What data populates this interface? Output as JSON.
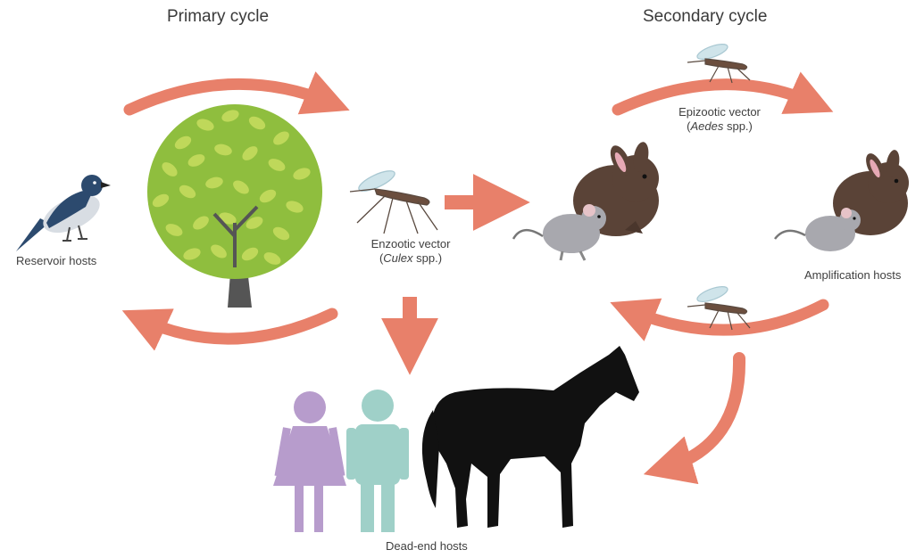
{
  "titles": {
    "primary": "Primary cycle",
    "secondary": "Secondary cycle"
  },
  "labels": {
    "reservoir_hosts": "Reservoir hosts",
    "enzootic_vector": "Enzootic vector",
    "enzootic_genus": "Culex",
    "enzootic_suffix": " spp.)",
    "epizootic_vector": "Epizootic vector",
    "epizootic_genus": "Aedes",
    "epizootic_suffix": " spp.)",
    "amplification_hosts": "Amplification hosts",
    "dead_end_hosts": "Dead-end hosts"
  },
  "colors": {
    "arrow": "#e8806a",
    "leaf_light": "#bfd85a",
    "leaf_dark": "#8fbe3e",
    "trunk": "#555555",
    "rabbit": "#5a4337",
    "mouse": "#a8a8ae",
    "woman": "#b79ccc",
    "man": "#9fd0c8",
    "horse": "#111111",
    "bird_dark": "#2c4a6e",
    "bird_light": "#d8dde3"
  }
}
